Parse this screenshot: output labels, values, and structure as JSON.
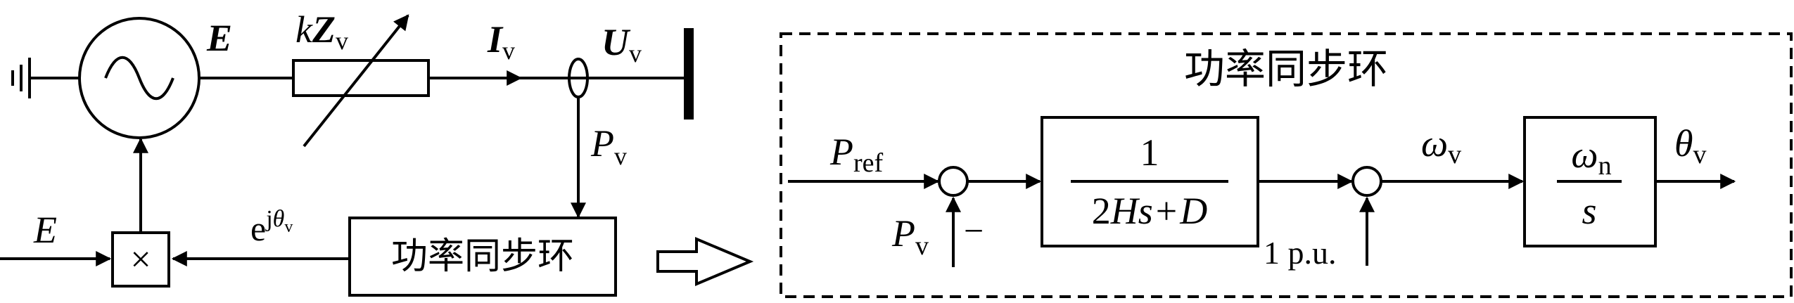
{
  "circuit": {
    "E_bold": "E",
    "k": "k",
    "Z": "Z",
    "Z_sub": "v",
    "I": "I",
    "I_sub": "v",
    "U": "U",
    "U_sub": "v",
    "P": "P",
    "P_sub": "v",
    "E_input": "E",
    "mult_symbol": "×",
    "exp_base": "e",
    "exp_j": "j",
    "exp_theta": "θ",
    "exp_sub": "v",
    "loop_label": "功率同步环"
  },
  "block_diagram": {
    "title": "功率同步环",
    "P_ref": "P",
    "P_ref_sub": "ref",
    "P_v": "P",
    "P_v_sub": "v",
    "minus": "−",
    "tf1_num": "1",
    "tf1_den_2": "2",
    "tf1_den_H": "H",
    "tf1_den_s": "s",
    "tf1_den_plus": "+",
    "tf1_den_D": "D",
    "pu": "1 p.u.",
    "omega": "ω",
    "omega_sub": "v",
    "tf2_num": "ω",
    "tf2_num_sub": "n",
    "tf2_den": "s",
    "theta": "θ",
    "theta_sub": "v"
  }
}
